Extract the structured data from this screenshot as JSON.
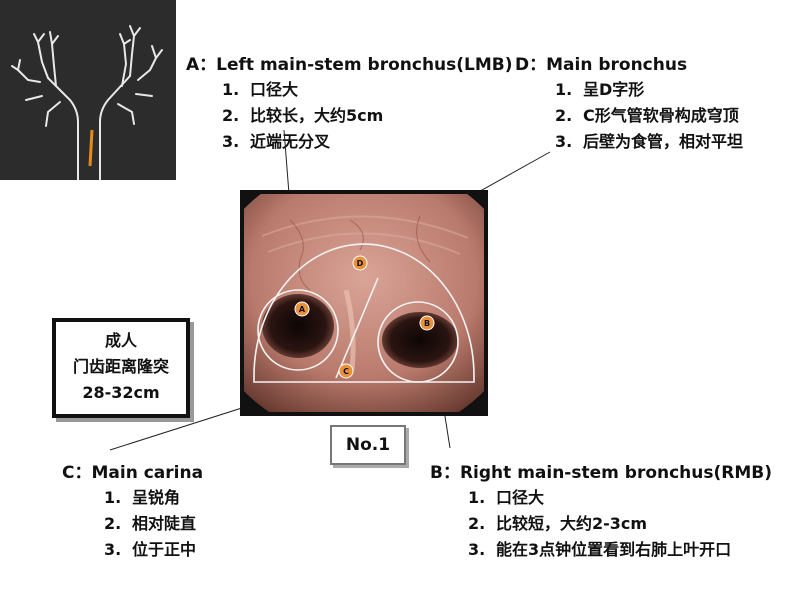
{
  "labels": {
    "A": {
      "title": "A：Left main-stem bronchus(LMB)",
      "items": [
        {
          "num": "1.",
          "text": "口径大"
        },
        {
          "num": "2.",
          "text": "比较长，大约5cm"
        },
        {
          "num": "3.",
          "text": "近端无分叉"
        }
      ]
    },
    "D": {
      "title": "D：Main bronchus",
      "items": [
        {
          "num": "1.",
          "text": "呈D字形"
        },
        {
          "num": "2.",
          "text": "C形气管软骨构成穹顶"
        },
        {
          "num": "3.",
          "text": "后壁为食管，相对平坦"
        }
      ]
    },
    "C": {
      "title": "C：Main carina",
      "items": [
        {
          "num": "1.",
          "text": "呈锐角"
        },
        {
          "num": "2.",
          "text": "相对陡直"
        },
        {
          "num": "3.",
          "text": "位于正中"
        }
      ]
    },
    "B": {
      "title": "B：Right main-stem bronchus(RMB)",
      "items": [
        {
          "num": "1.",
          "text": "口径大"
        },
        {
          "num": "2.",
          "text": "比较短，大约2-3cm"
        },
        {
          "num": "3.",
          "text": "能在3点钟位置看到右肺上叶开口"
        }
      ]
    }
  },
  "markers": {
    "A": "A",
    "B": "B",
    "C": "C",
    "D": "D"
  },
  "infobox": {
    "line1": "成人",
    "line2": "门齿距离隆突",
    "line3": "28-32cm"
  },
  "badge": "No.1",
  "colors": {
    "marker_fill": "#e8913a",
    "tree_bg": "#2c2c2c",
    "highlight": "#e8891a"
  }
}
